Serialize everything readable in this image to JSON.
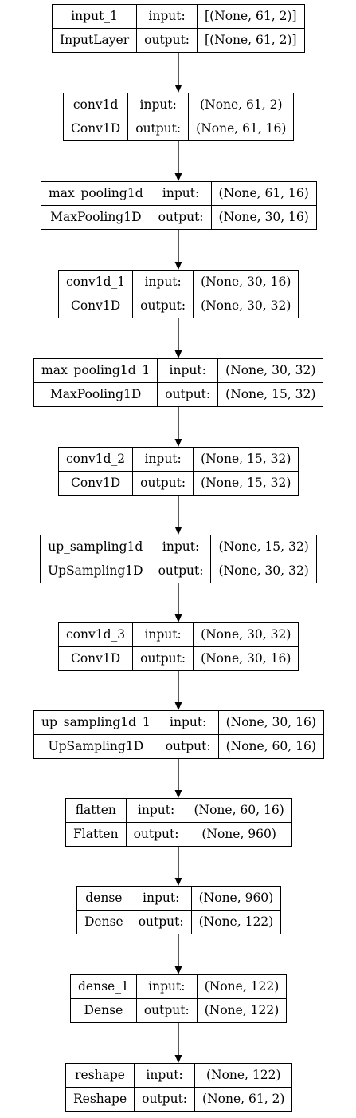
{
  "layers": [
    {
      "name": "input_1",
      "type": "InputLayer",
      "input_label": "input:",
      "output_label": "output:",
      "input_shape": "[(None, 61, 2)]",
      "output_shape": "[(None, 61, 2)]"
    },
    {
      "name": "conv1d",
      "type": "Conv1D",
      "input_label": "input:",
      "output_label": "output:",
      "input_shape": "(None, 61, 2)",
      "output_shape": "(None, 61, 16)"
    },
    {
      "name": "max_pooling1d",
      "type": "MaxPooling1D",
      "input_label": "input:",
      "output_label": "output:",
      "input_shape": "(None, 61, 16)",
      "output_shape": "(None, 30, 16)"
    },
    {
      "name": "conv1d_1",
      "type": "Conv1D",
      "input_label": "input:",
      "output_label": "output:",
      "input_shape": "(None, 30, 16)",
      "output_shape": "(None, 30, 32)"
    },
    {
      "name": "max_pooling1d_1",
      "type": "MaxPooling1D",
      "input_label": "input:",
      "output_label": "output:",
      "input_shape": "(None, 30, 32)",
      "output_shape": "(None, 15, 32)"
    },
    {
      "name": "conv1d_2",
      "type": "Conv1D",
      "input_label": "input:",
      "output_label": "output:",
      "input_shape": "(None, 15, 32)",
      "output_shape": "(None, 15, 32)"
    },
    {
      "name": "up_sampling1d",
      "type": "UpSampling1D",
      "input_label": "input:",
      "output_label": "output:",
      "input_shape": "(None, 15, 32)",
      "output_shape": "(None, 30, 32)"
    },
    {
      "name": "conv1d_3",
      "type": "Conv1D",
      "input_label": "input:",
      "output_label": "output:",
      "input_shape": "(None, 30, 32)",
      "output_shape": "(None, 30, 16)"
    },
    {
      "name": "up_sampling1d_1",
      "type": "UpSampling1D",
      "input_label": "input:",
      "output_label": "output:",
      "input_shape": "(None, 30, 16)",
      "output_shape": "(None, 60, 16)"
    },
    {
      "name": "flatten",
      "type": "Flatten",
      "input_label": "input:",
      "output_label": "output:",
      "input_shape": "(None, 60, 16)",
      "output_shape": "(None, 960)"
    },
    {
      "name": "dense",
      "type": "Dense",
      "input_label": "input:",
      "output_label": "output:",
      "input_shape": "(None, 960)",
      "output_shape": "(None, 122)"
    },
    {
      "name": "dense_1",
      "type": "Dense",
      "input_label": "input:",
      "output_label": "output:",
      "input_shape": "(None, 122)",
      "output_shape": "(None, 122)"
    },
    {
      "name": "reshape",
      "type": "Reshape",
      "input_label": "input:",
      "output_label": "output:",
      "input_shape": "(None, 122)",
      "output_shape": "(None, 61, 2)"
    }
  ]
}
